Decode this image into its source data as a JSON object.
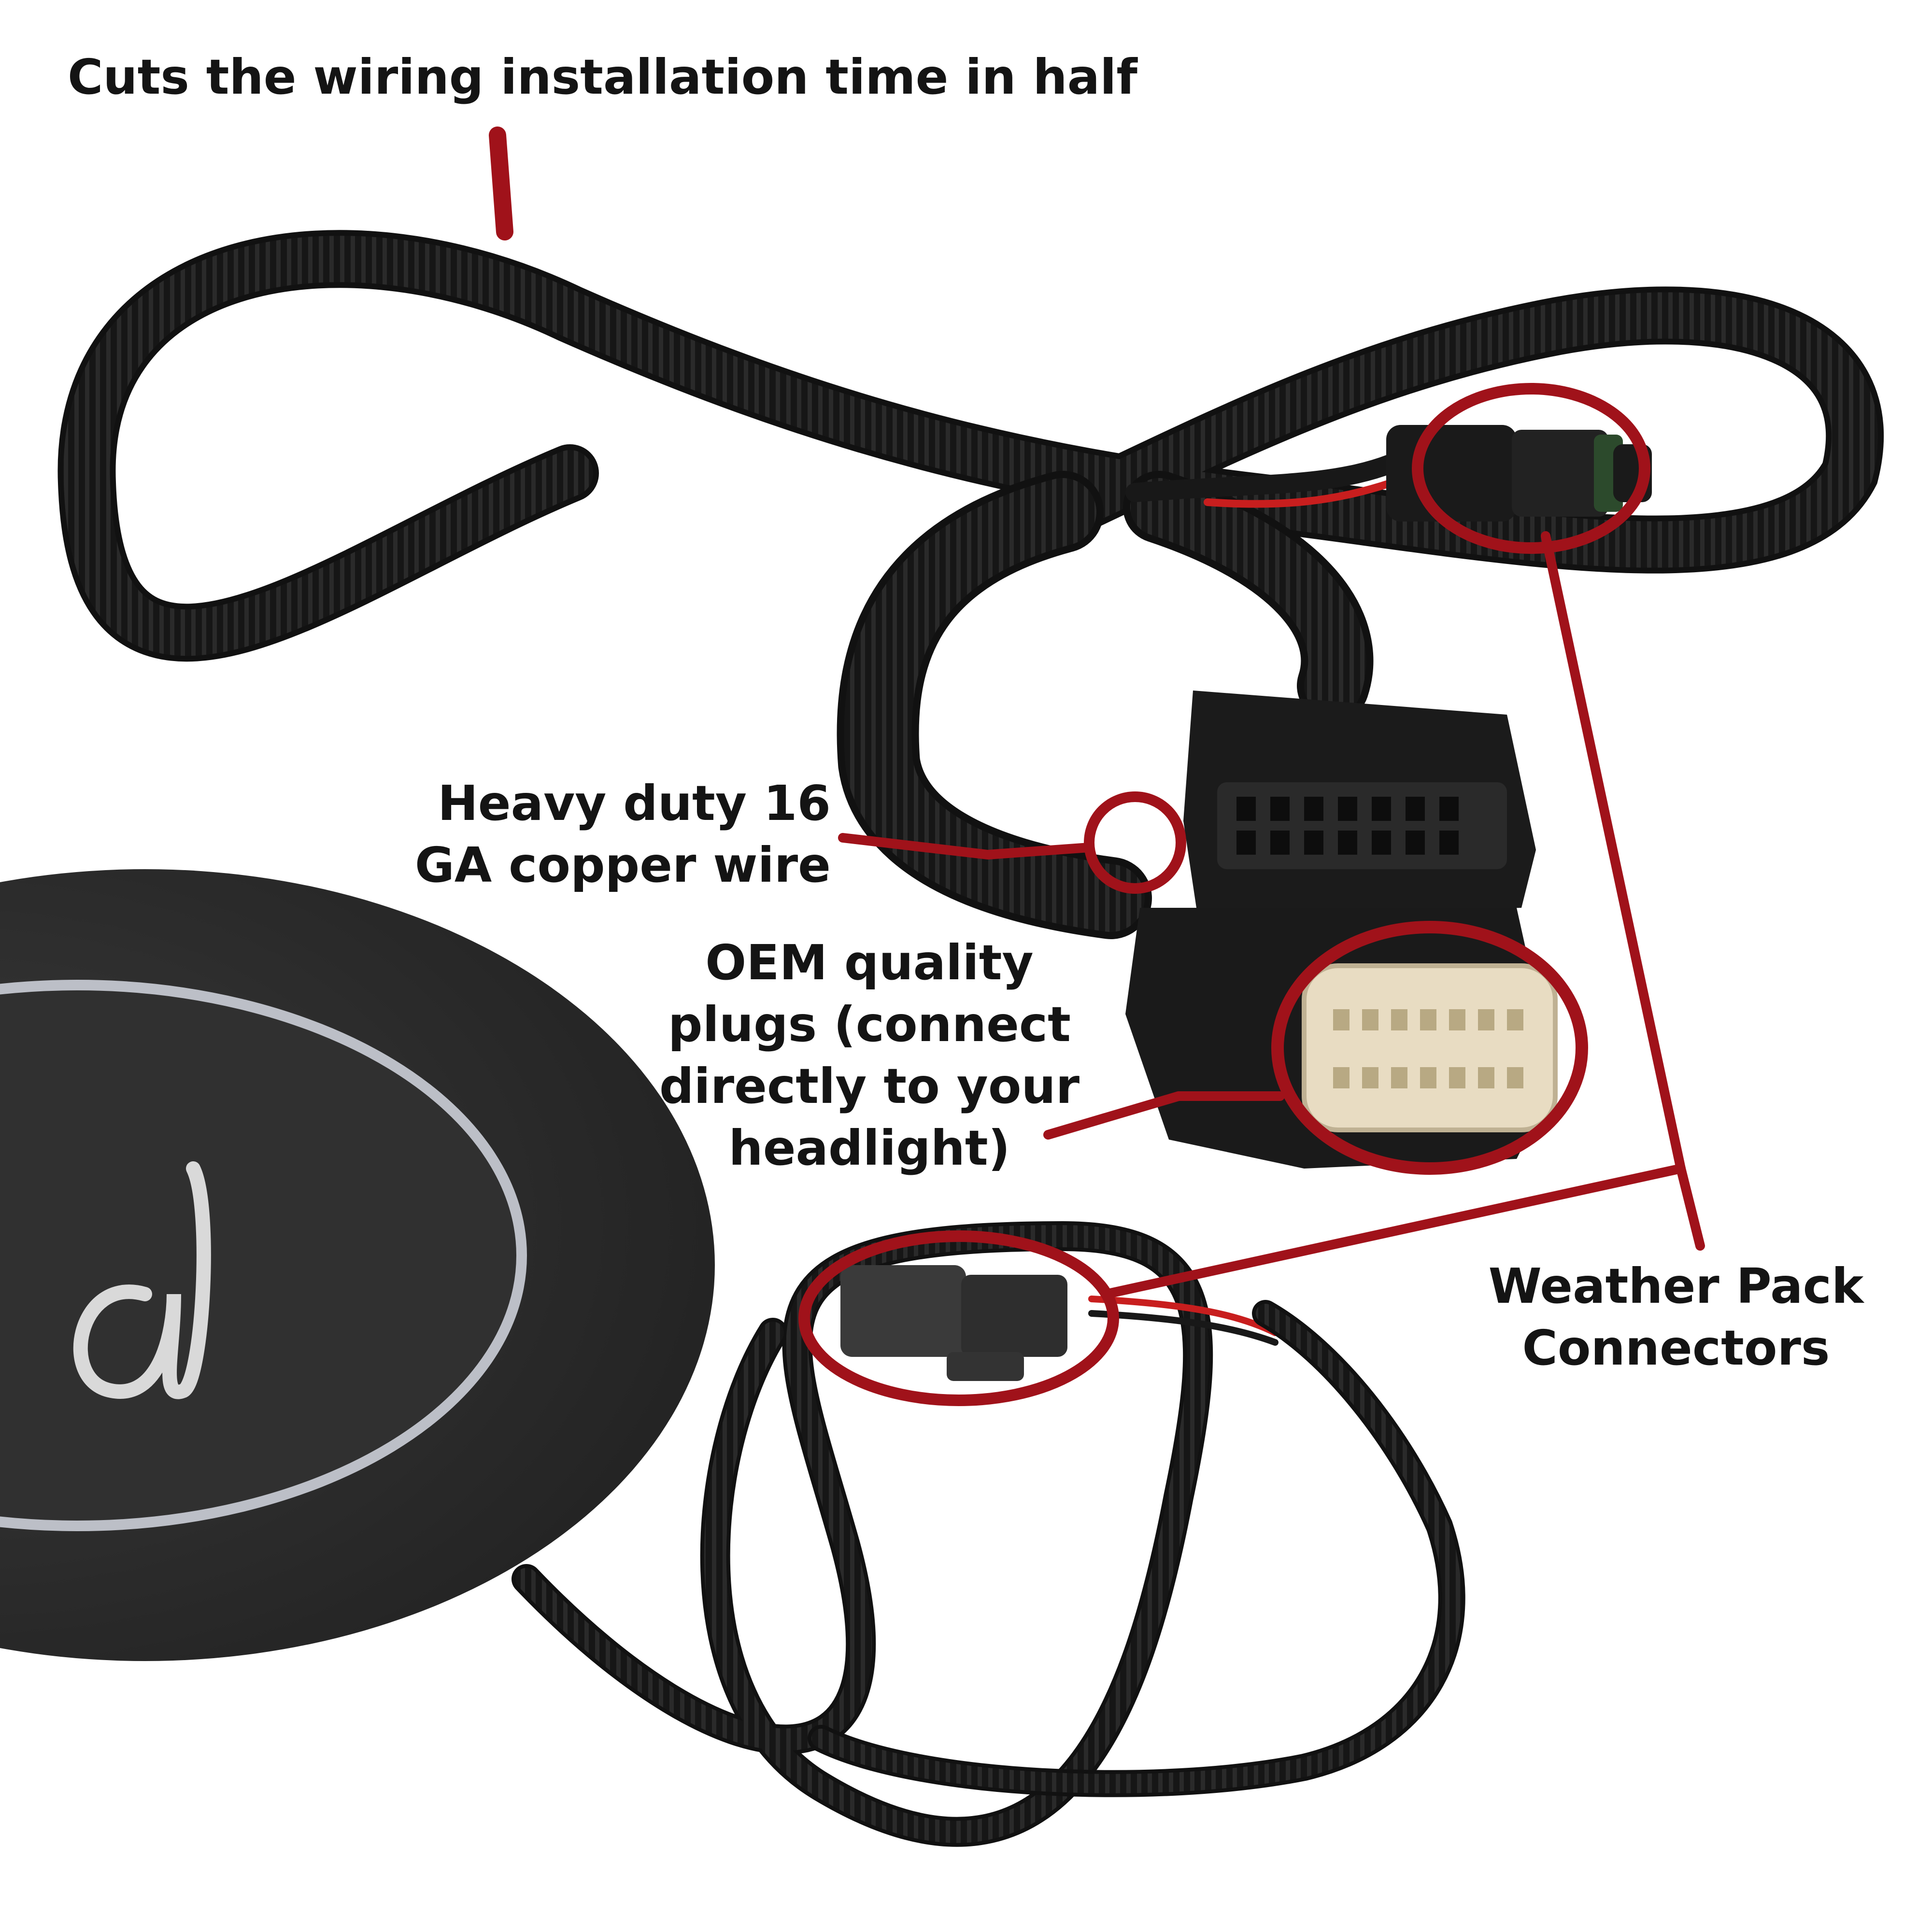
{
  "callouts": {
    "installation_time": "Cuts the wiring installation time in half",
    "copper_wire": [
      "Heavy duty 16",
      "GA copper wire"
    ],
    "oem_plugs": [
      "OEM quality",
      "plugs (connect",
      "directly to your",
      "headlight)"
    ],
    "weather_pack": [
      "Weather Pack",
      "Connectors"
    ]
  },
  "colors": {
    "callout_red": "#a0121a",
    "harness_black": "#141414",
    "emblem_body": "#2b2b2b",
    "emblem_ring": "#b9bcc4",
    "plug_cream": "#e8dcc2",
    "wire_red": "#c81e1e"
  }
}
